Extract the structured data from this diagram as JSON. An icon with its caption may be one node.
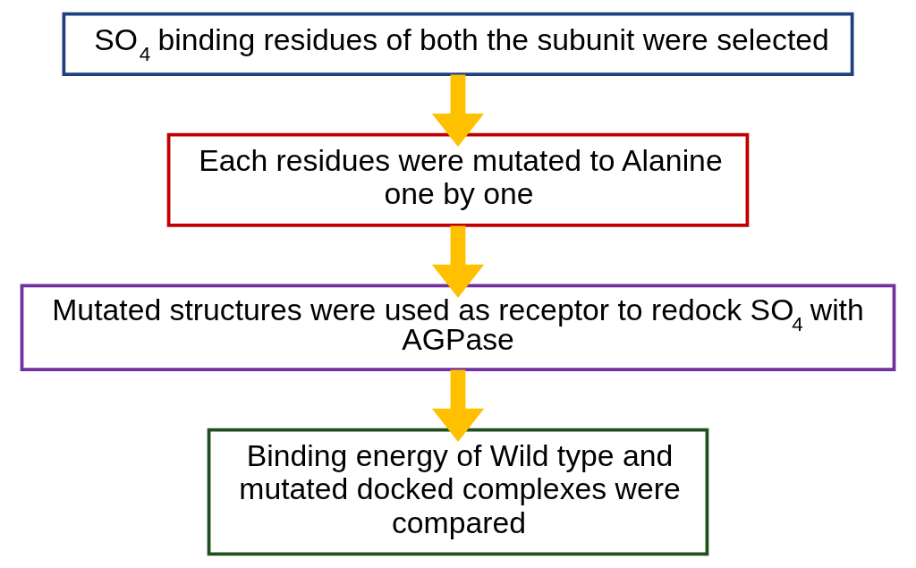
{
  "diagram": {
    "nodes": [
      {
        "text": [
          "SO$_{4}$ binding residues of both the subunit were selected"
        ]
      },
      {
        "text": [
          "Each residues were mutated to Alanine one by one"
        ]
      },
      {
        "text": [
          "Mutated structures were used as receptor to redock SO$_{4}$ with AGPase"
        ]
      },
      {
        "text": [
          "Binding energy of Wild type and mutated docked complexes were compared"
        ]
      }
    ],
    "edges": [
      {
        "from": 0,
        "to": 1,
        "arrow": "to"
      },
      {
        "from": 1,
        "to": 2,
        "arrow": "to"
      },
      {
        "from": 2,
        "to": 3,
        "arrow": "to"
      }
    ]
  }
}
